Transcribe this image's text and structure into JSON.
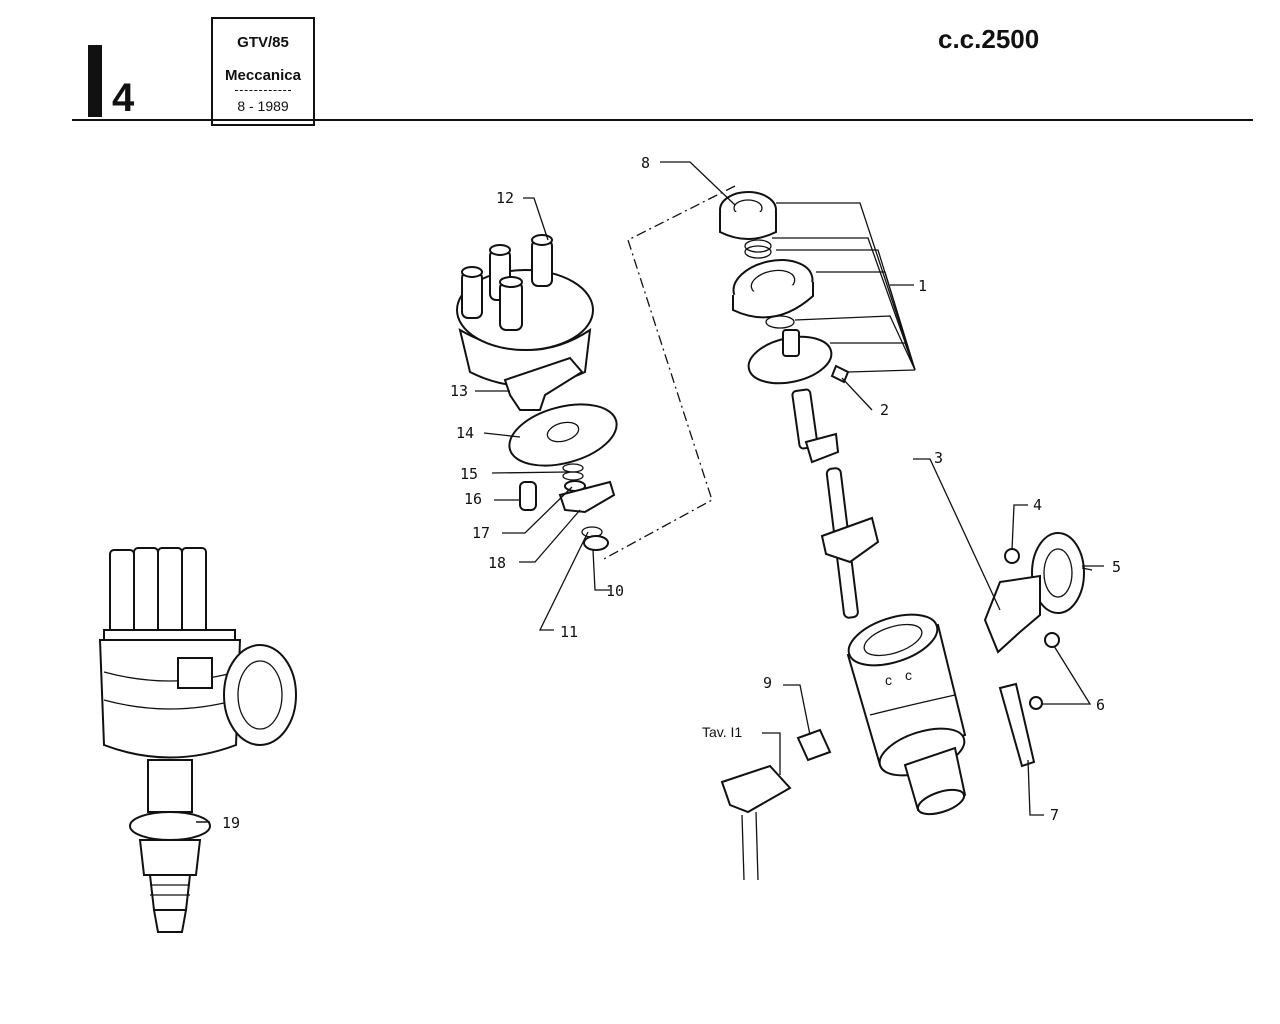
{
  "header": {
    "section_letter": "I",
    "section_number": "4",
    "model_line1": "GTV/85",
    "model_line2": "Meccanica",
    "date": "8 - 1989",
    "engine": "c.c.2500"
  },
  "callouts": [
    {
      "id": "1",
      "label": "1"
    },
    {
      "id": "2",
      "label": "2"
    },
    {
      "id": "3",
      "label": "3"
    },
    {
      "id": "4",
      "label": "4"
    },
    {
      "id": "5",
      "label": "5"
    },
    {
      "id": "6",
      "label": "6"
    },
    {
      "id": "7",
      "label": "7"
    },
    {
      "id": "8",
      "label": "8"
    },
    {
      "id": "9",
      "label": "9"
    },
    {
      "id": "10",
      "label": "10"
    },
    {
      "id": "11",
      "label": "11"
    },
    {
      "id": "12",
      "label": "12"
    },
    {
      "id": "13",
      "label": "13"
    },
    {
      "id": "14",
      "label": "14"
    },
    {
      "id": "15",
      "label": "15"
    },
    {
      "id": "16",
      "label": "16"
    },
    {
      "id": "17",
      "label": "17"
    },
    {
      "id": "18",
      "label": "18"
    },
    {
      "id": "19",
      "label": "19"
    }
  ],
  "reference": "Tav. I1"
}
